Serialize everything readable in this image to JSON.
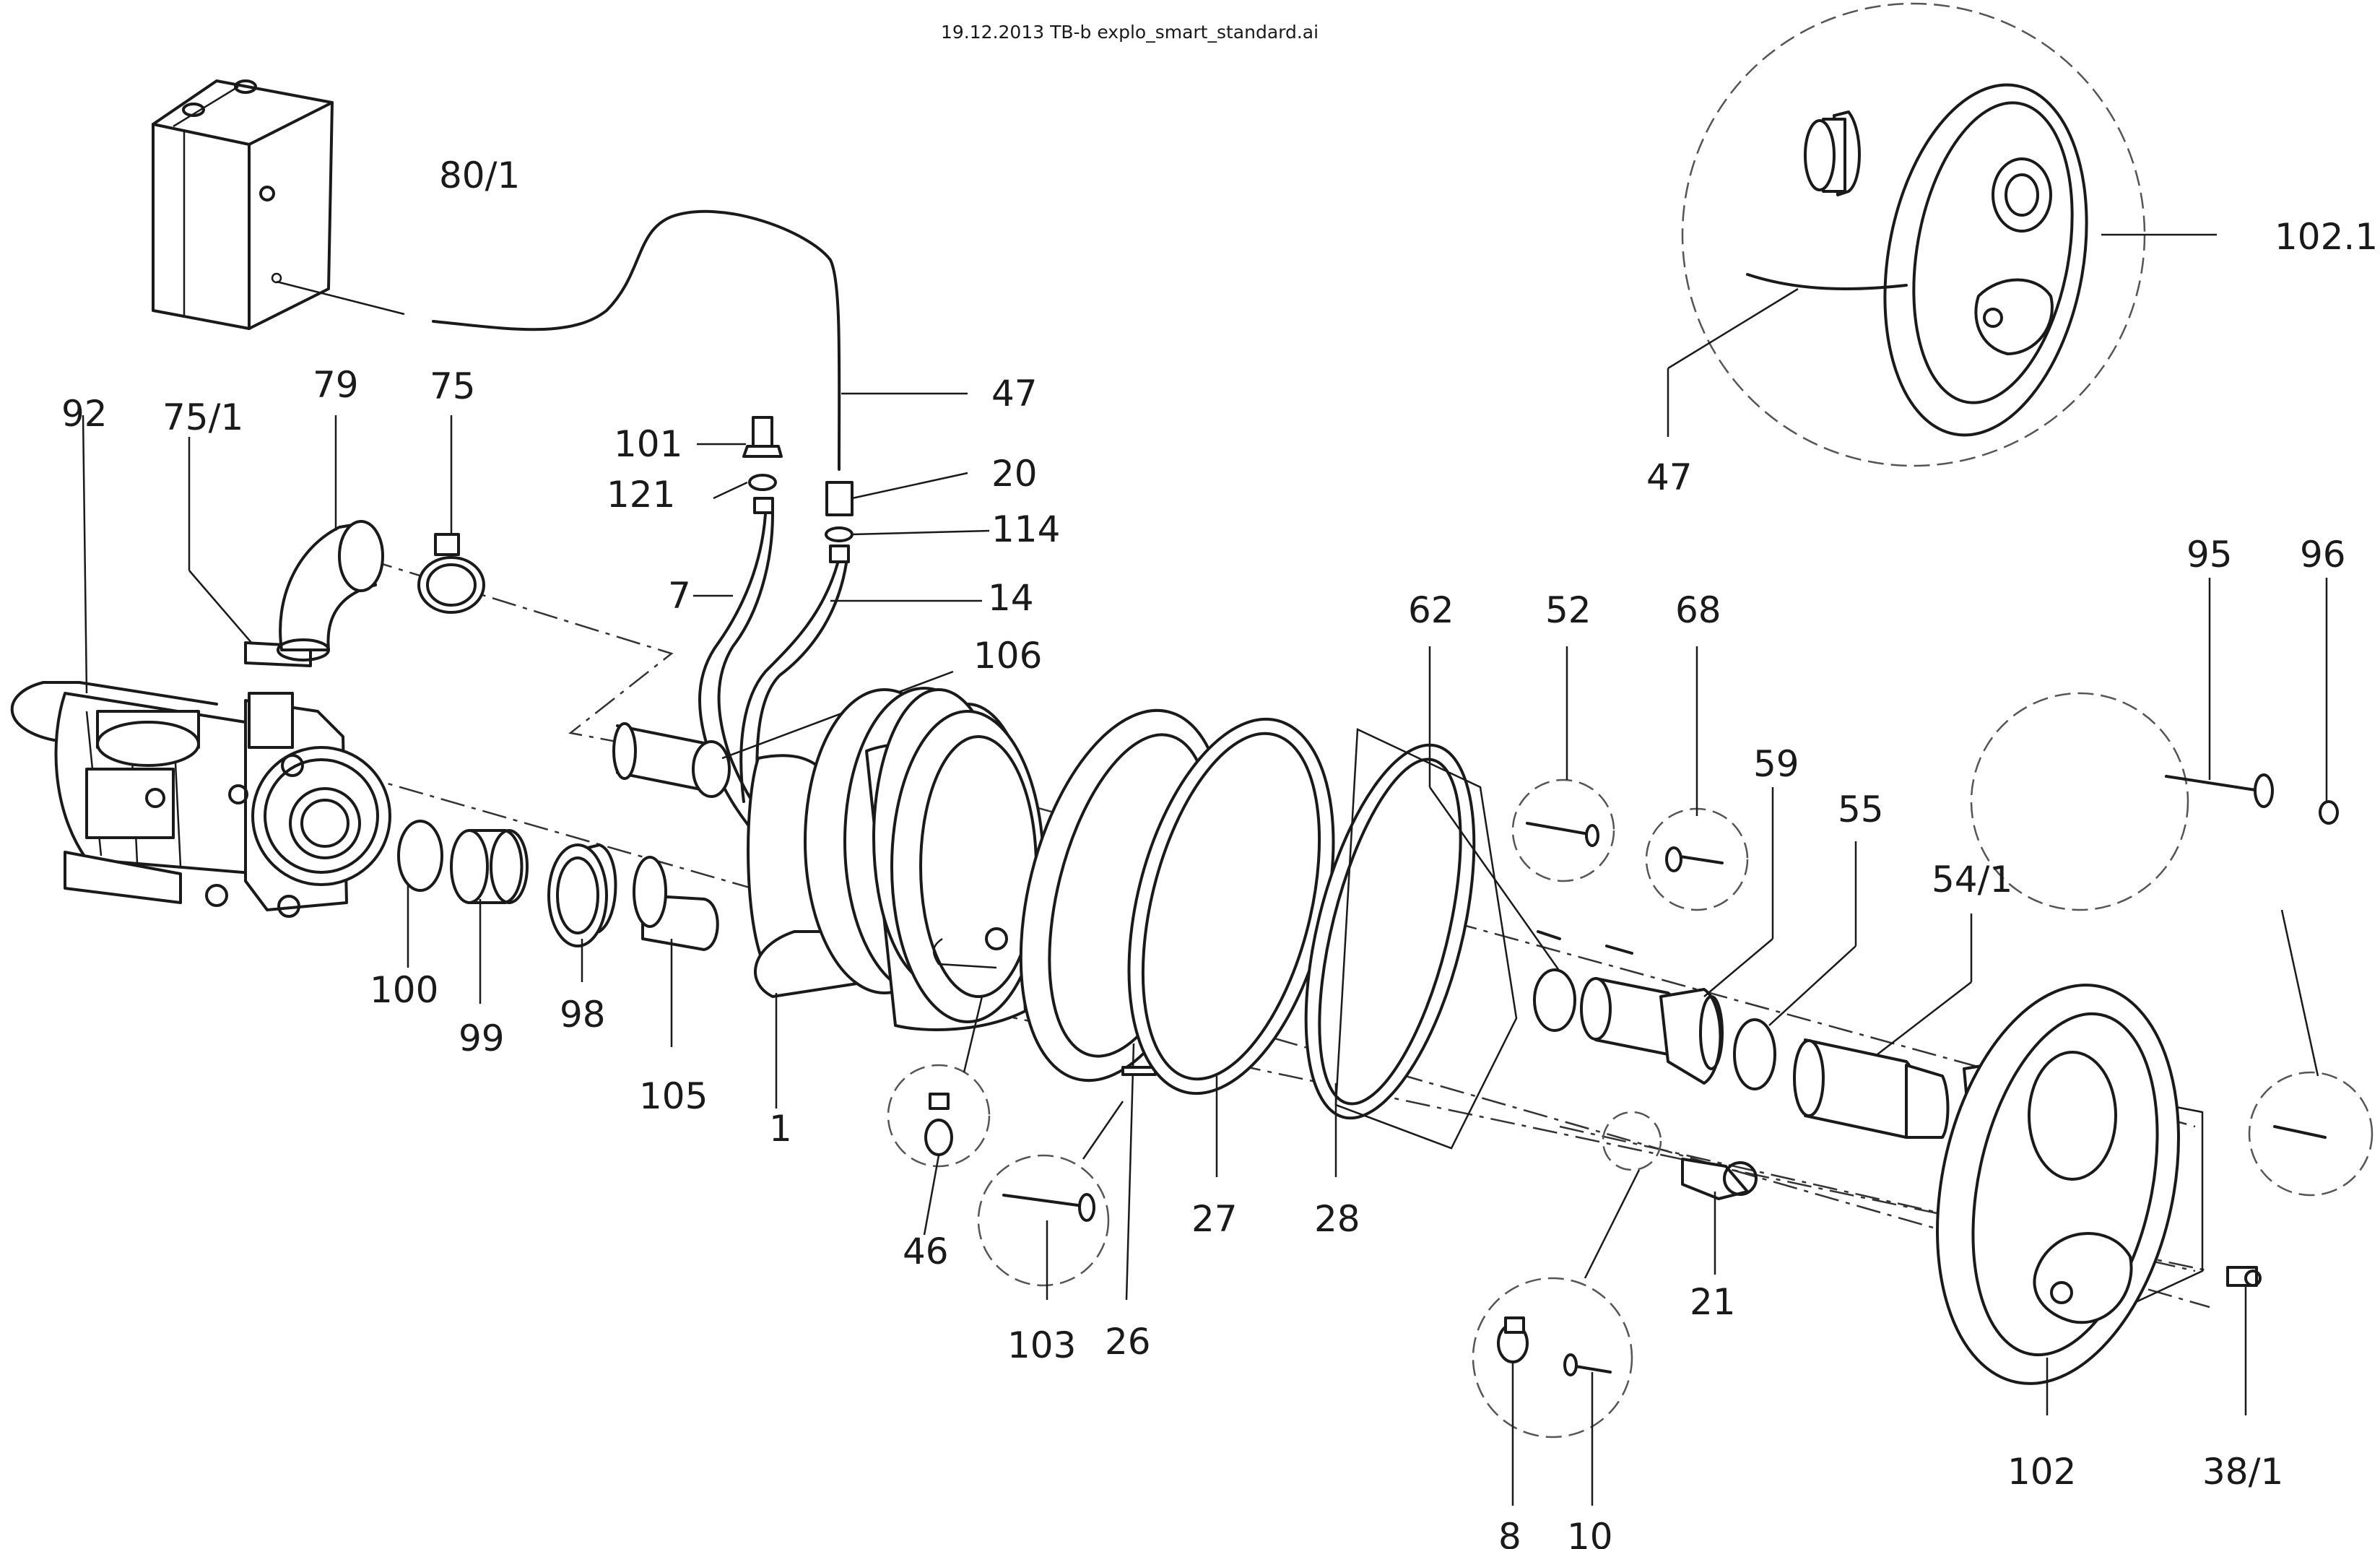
{
  "header": {
    "text": "19.12.2013   TB-b   explo_smart_standard.ai"
  },
  "labels": {
    "p80_1": "80/1",
    "p92": "92",
    "p75_1": "75/1",
    "p79": "79",
    "p75": "75",
    "p101": "101",
    "p121": "121",
    "p7": "7",
    "p47": "47",
    "p20": "20",
    "p114": "114",
    "p14": "14",
    "p106": "106",
    "p100": "100",
    "p99": "99",
    "p98": "98",
    "p105": "105",
    "p1": "1",
    "p46": "46",
    "p103": "103",
    "p26": "26",
    "p27": "27",
    "p28": "28",
    "p62": "62",
    "p52": "52",
    "p68": "68",
    "p59": "59",
    "p55": "55",
    "p54_1": "54/1",
    "p95": "95",
    "p96": "96",
    "p102_1": "102.1",
    "p47b": "47",
    "p21": "21",
    "p8": "8",
    "p10": "10",
    "p102": "102",
    "p38_1": "38/1"
  }
}
